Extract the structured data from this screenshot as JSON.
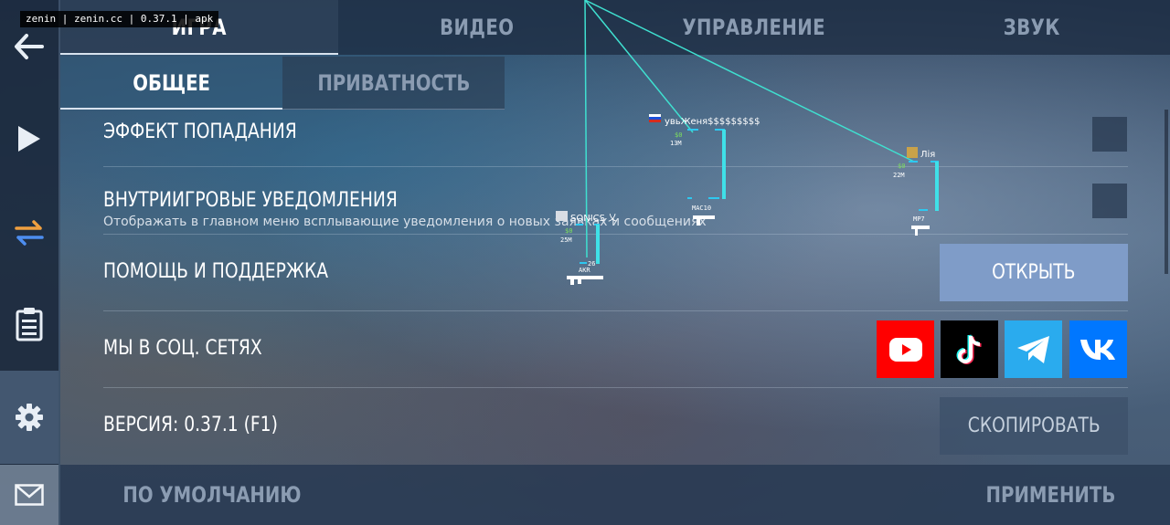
{
  "watermark": "zenin | zenin.cc | 0.37.1 | apk",
  "top_tabs": [
    {
      "label": "ИГРА",
      "active": true
    },
    {
      "label": "ВИДЕО",
      "active": false
    },
    {
      "label": "УПРАВЛЕНИЕ",
      "active": false
    },
    {
      "label": "ЗВУК",
      "active": false
    }
  ],
  "sub_tabs": [
    {
      "label": "ОБЩЕЕ",
      "active": true
    },
    {
      "label": "ПРИВАТНОСТЬ",
      "active": false
    }
  ],
  "left_nav": [
    {
      "icon": "back-arrow-icon"
    },
    {
      "icon": "play-icon"
    },
    {
      "icon": "swap-arrows-icon"
    },
    {
      "icon": "clipboard-icon"
    },
    {
      "icon": "gear-icon",
      "active": true
    },
    {
      "icon": "mail-icon"
    }
  ],
  "settings": {
    "hit_effect": {
      "title": "ЭФФЕКТ ПОПАДАНИЯ",
      "checked": false
    },
    "ingame_notifications": {
      "title": "ВНУТРИИГРОВЫЕ УВЕДОМЛЕНИЯ",
      "description": "Отображать в главном меню всплывающие уведомления о новых заявках и сообщениях",
      "checked": false
    },
    "help": {
      "title": "ПОМОЩЬ И ПОДДЕРЖКА",
      "button": "ОТКРЫТЬ"
    },
    "social": {
      "title": "МЫ В СОЦ. СЕТЯХ",
      "links": [
        {
          "icon": "youtube-icon",
          "color": "#ff0000"
        },
        {
          "icon": "tiktok-icon",
          "color": "#000000"
        },
        {
          "icon": "telegram-icon",
          "color": "#2aabee"
        },
        {
          "icon": "vk-icon",
          "color": "#0077ff"
        }
      ]
    },
    "version": {
      "title": "ВЕРСИЯ: 0.37.1 (F1)",
      "button": "СКОПИРОВАТЬ"
    }
  },
  "bottom": {
    "reset": "ПО УМОЛЧАНИЮ",
    "apply": "ПРИМЕНИТЬ"
  },
  "esp_overlay": {
    "players": [
      {
        "name": "увьЖеня$$$$$$$$$",
        "money": "$0",
        "distance": "13M",
        "weapon": "MAC10"
      },
      {
        "name": "Лія",
        "money": "$0",
        "distance": "22M",
        "weapon": "MP7"
      },
      {
        "name": "SONICS 乂",
        "money": "$0",
        "distance": "25M",
        "weapon": "AKR",
        "extra": "26"
      }
    ],
    "line_color": "#3fe0d0"
  }
}
